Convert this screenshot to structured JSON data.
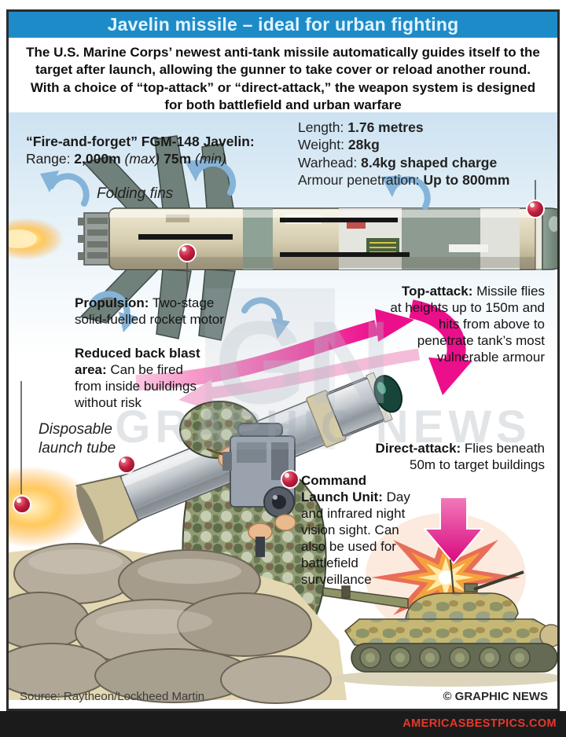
{
  "title": "Javelin missile – ideal for urban fighting",
  "intro": "The U.S. Marine Corps’ newest anti-tank missile automatically guides itself to the target after launch, allowing the gunner to take cover or reload another round. With a choice of “top-attack” or “direct-attack,” the weapon system is designed for both battlefield and urban warfare",
  "specs": {
    "name_bold": "“Fire-and-forget” FGM-148 Javelin:",
    "range_label": " Range: ",
    "range_max": "2,000m",
    "range_max_note": " (max) ",
    "range_min": "75m",
    "range_min_note": " (min)",
    "right_rows": [
      {
        "label": "Length: ",
        "value": "1.76 metres"
      },
      {
        "label": "Weight: ",
        "value": "28kg"
      },
      {
        "label": "Warhead: ",
        "value": "8.4kg shaped charge"
      },
      {
        "label": "Armour penetration: ",
        "value": "Up to 800mm"
      }
    ]
  },
  "callouts": {
    "folding_fins": "Folding fins",
    "propulsion_bold": "Propulsion:",
    "propulsion_rest": " Two-stage solid-fuelled rocket motor",
    "blast_bold": "Reduced back blast area:",
    "blast_rest": " Can be fired from inside buildings without risk",
    "tube_label": "Disposable launch tube",
    "clu_bold": "Command Launch Unit:",
    "clu_rest": " Day and infrared night vision sight. Can also be used for battlefield surveillance",
    "top_attack_bold": "Top-attack:",
    "top_attack_rest": " Missile flies at heights up to 150m and hits from above to penetrate tank’s most vulnerable armour",
    "direct_attack_bold": "Direct-attack:",
    "direct_attack_rest": " Flies beneath 50m to target buildings"
  },
  "watermark": {
    "initials": "GN",
    "text": "GRAPHIC NEWS"
  },
  "footer": {
    "source": "Source: Raytheon/Lockheed Martin",
    "credit": "© GRAPHIC NEWS"
  },
  "site_bar": {
    "text": "AMERICASBESTPICS.COM"
  },
  "colors": {
    "title_bar": "#1e8bc9",
    "accent_pink": "#ec108c",
    "arrow_blue": "#85b4da",
    "callout_red": "#9b0e2e",
    "site_red": "#e23a2e"
  }
}
